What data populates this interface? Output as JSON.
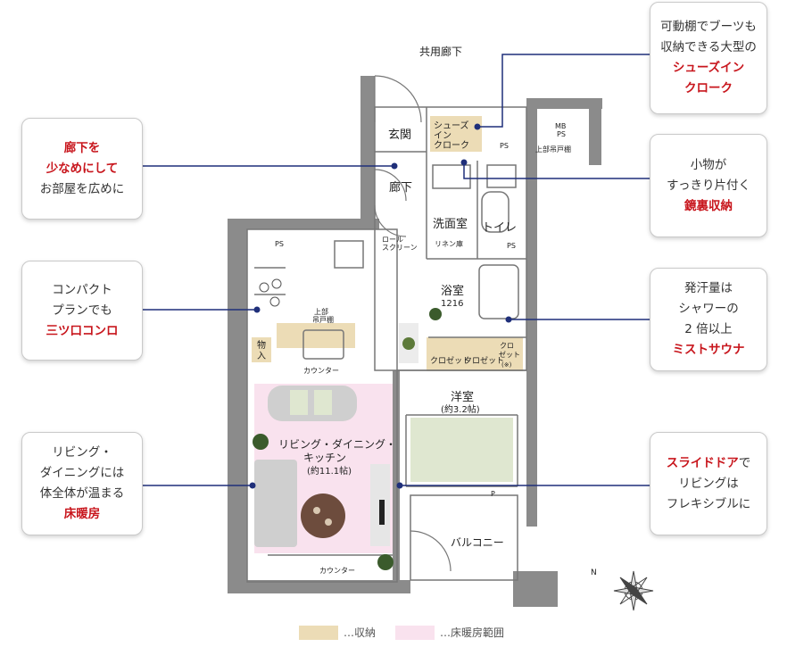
{
  "callouts": {
    "shoes": {
      "line1": "可動棚でブーツも",
      "line2": "収納できる大型の",
      "line3": "シューズイン",
      "line4": "クローク"
    },
    "hallway": {
      "line1": "廊下を",
      "line2": "少なめにして",
      "line3": "お部屋を広めに"
    },
    "storage": {
      "line1": "小物が",
      "line2": "すっきり片付く",
      "line3": "鏡裏収納"
    },
    "stove": {
      "line1": "コンパクト",
      "line2": "プランでも",
      "line3": "三ツ口コンロ"
    },
    "sauna": {
      "line1": "発汗量は",
      "line2": "シャワーの",
      "line3": "2 倍以上",
      "line4": "ミストサウナ"
    },
    "heating": {
      "line1": "リビング・",
      "line2": "ダイニングには",
      "line3": "体全体が温まる",
      "line4": "床暖房"
    },
    "slide": {
      "line1a": "スライドドア",
      "line1b": "で",
      "line2": "リビングは",
      "line3": "フレキシブルに"
    }
  },
  "plan": {
    "corridor": "共用廊下",
    "entrance": "玄関",
    "shoe_closet": [
      "シューズ",
      "イン",
      "クローク"
    ],
    "mbps": [
      "MB",
      "PS"
    ],
    "ps": "PS",
    "upper_cabinet": "上部吊戸棚",
    "hallway": "廊下",
    "washroom": "洗面室",
    "toilet": "トイレ",
    "linen": "リネン庫",
    "roll_screen": [
      "ロール",
      "スクリーン"
    ],
    "bath": "浴室",
    "bath_size": "1216",
    "upper_cab_kitchen": [
      "上部",
      "吊戸棚"
    ],
    "storage_item": [
      "物",
      "入"
    ],
    "counter": "カウンター",
    "closet1": "クロゼット",
    "closet2": "クロゼット",
    "closet3": [
      "クロ",
      "ゼット",
      "(※)"
    ],
    "western": "洋室",
    "western_size": "(約3.2帖)",
    "ldk1": "リビング・ダイニング・",
    "ldk2": "キッチン",
    "ldk_size": "(約11.1帖)",
    "balcony": "バルコニー",
    "p_label": "P",
    "counter2": "カウンター"
  },
  "legend": {
    "storage": "…収納",
    "heating": "…床暖房範囲"
  },
  "colors": {
    "storage": "#ecdcb6",
    "heating": "#f9e2ee",
    "line": "#1f2f7a",
    "accent": "#c8161d",
    "wall": "#7a7a7a"
  }
}
